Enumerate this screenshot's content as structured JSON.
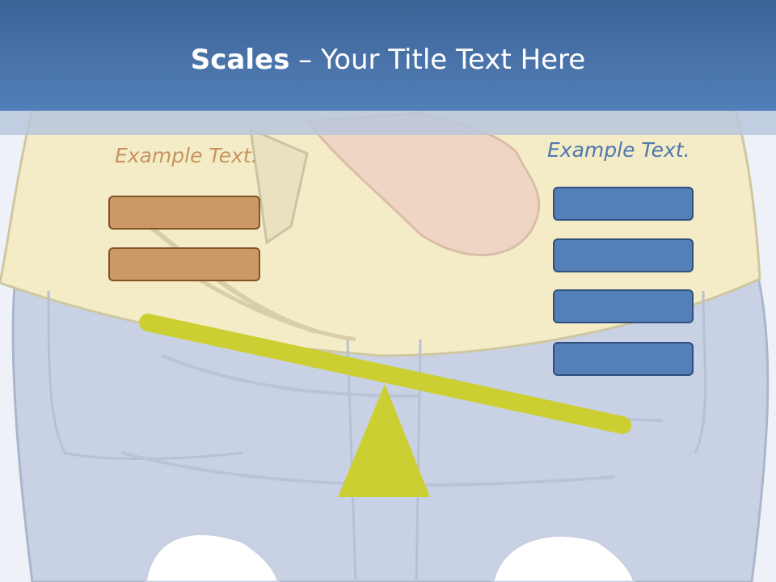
{
  "slide": {
    "title_bold": "Scales",
    "title_rest": " – Your Title Text Here",
    "left_label": "Example Text.",
    "right_label": "Example Text.",
    "left_boxes": 2,
    "right_boxes": 4
  },
  "colors": {
    "title_bar": "#4a74aa",
    "left_label": "#c8935e",
    "right_label": "#4e77b0",
    "orange_box": "#cc9865",
    "blue_box": "#5580b7",
    "beam": "#cbcf32",
    "fulcrum": "#cbcf32",
    "background_art": "#c7d0e3"
  },
  "icons": {
    "fulcrum": "triangle-fulcrum-icon",
    "beam": "balance-beam"
  }
}
